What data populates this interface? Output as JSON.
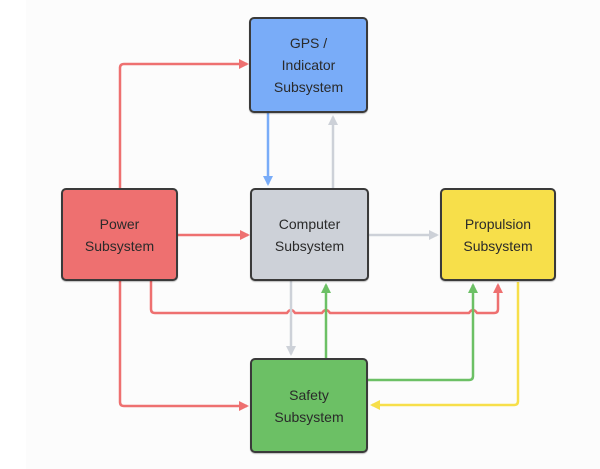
{
  "diagram": {
    "nodes": [
      {
        "id": "gps",
        "lines": [
          "GPS /",
          "Indicator",
          "Subsystem"
        ],
        "color": "#79acf8"
      },
      {
        "id": "power",
        "lines": [
          "Power",
          "Subsystem"
        ],
        "color": "#ee7070"
      },
      {
        "id": "computer",
        "lines": [
          "Computer",
          "Subsystem"
        ],
        "color": "#cdd1d8"
      },
      {
        "id": "propulsion",
        "lines": [
          "Propulsion",
          "Subsystem"
        ],
        "color": "#f7df4a"
      },
      {
        "id": "safety",
        "lines": [
          "Safety",
          "Subsystem"
        ],
        "color": "#6cc065"
      }
    ],
    "edges": [
      {
        "from": "power",
        "to": "gps",
        "color": "#ee7070"
      },
      {
        "from": "power",
        "to": "computer",
        "color": "#ee7070"
      },
      {
        "from": "power",
        "to": "propulsion",
        "color": "#ee7070"
      },
      {
        "from": "power",
        "to": "safety",
        "color": "#ee7070"
      },
      {
        "from": "gps",
        "to": "computer",
        "color": "#79acf8"
      },
      {
        "from": "computer",
        "to": "gps",
        "color": "#cdd1d8"
      },
      {
        "from": "computer",
        "to": "propulsion",
        "color": "#cdd1d8"
      },
      {
        "from": "computer",
        "to": "safety",
        "color": "#cdd1d8"
      },
      {
        "from": "safety",
        "to": "computer",
        "color": "#6cc065"
      },
      {
        "from": "safety",
        "to": "propulsion",
        "color": "#6cc065"
      },
      {
        "from": "propulsion",
        "to": "safety",
        "color": "#f7df4a"
      }
    ]
  }
}
